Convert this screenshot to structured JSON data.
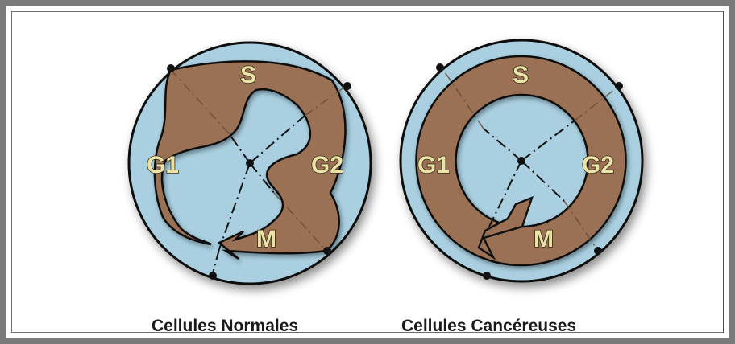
{
  "left_diagram": {
    "caption": "Cellules Normales",
    "phases": {
      "s": "S",
      "g1": "G1",
      "g2": "G2",
      "m": "M"
    }
  },
  "right_diagram": {
    "caption": "Cellules Cancéreuses",
    "phases": {
      "s": "S",
      "g1": "G1",
      "g2": "G2",
      "m": "M"
    }
  },
  "colors": {
    "frame": "#7a7a7a",
    "cell_fill": "#a9cfe0",
    "phase_band": "#9b7155",
    "label_fill": "#e9e4a6",
    "outline": "#111111"
  }
}
